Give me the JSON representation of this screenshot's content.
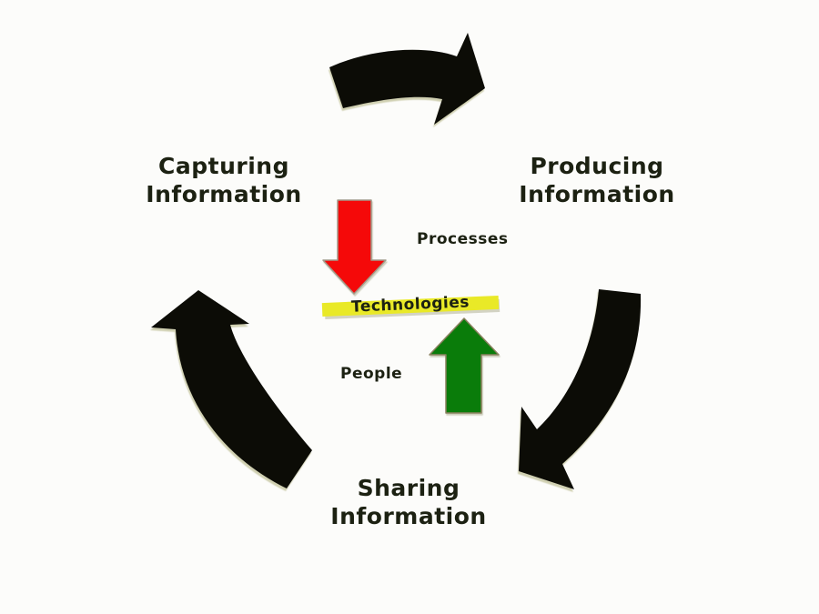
{
  "background_color": "#fcfcfa",
  "text_color": "#1c2112",
  "cycle": {
    "arrow_color": "#0c0c06",
    "stages": {
      "capturing": "Capturing\nInformation",
      "producing": "Producing\nInformation",
      "sharing": "Sharing\nInformation"
    }
  },
  "center": {
    "processes_label": "Processes",
    "technologies_label": "Technologies",
    "people_label": "People",
    "processes_arrow_color": "#f50909",
    "people_arrow_color": "#0a7c0a",
    "technologies_highlight_color": "#e9e927"
  }
}
